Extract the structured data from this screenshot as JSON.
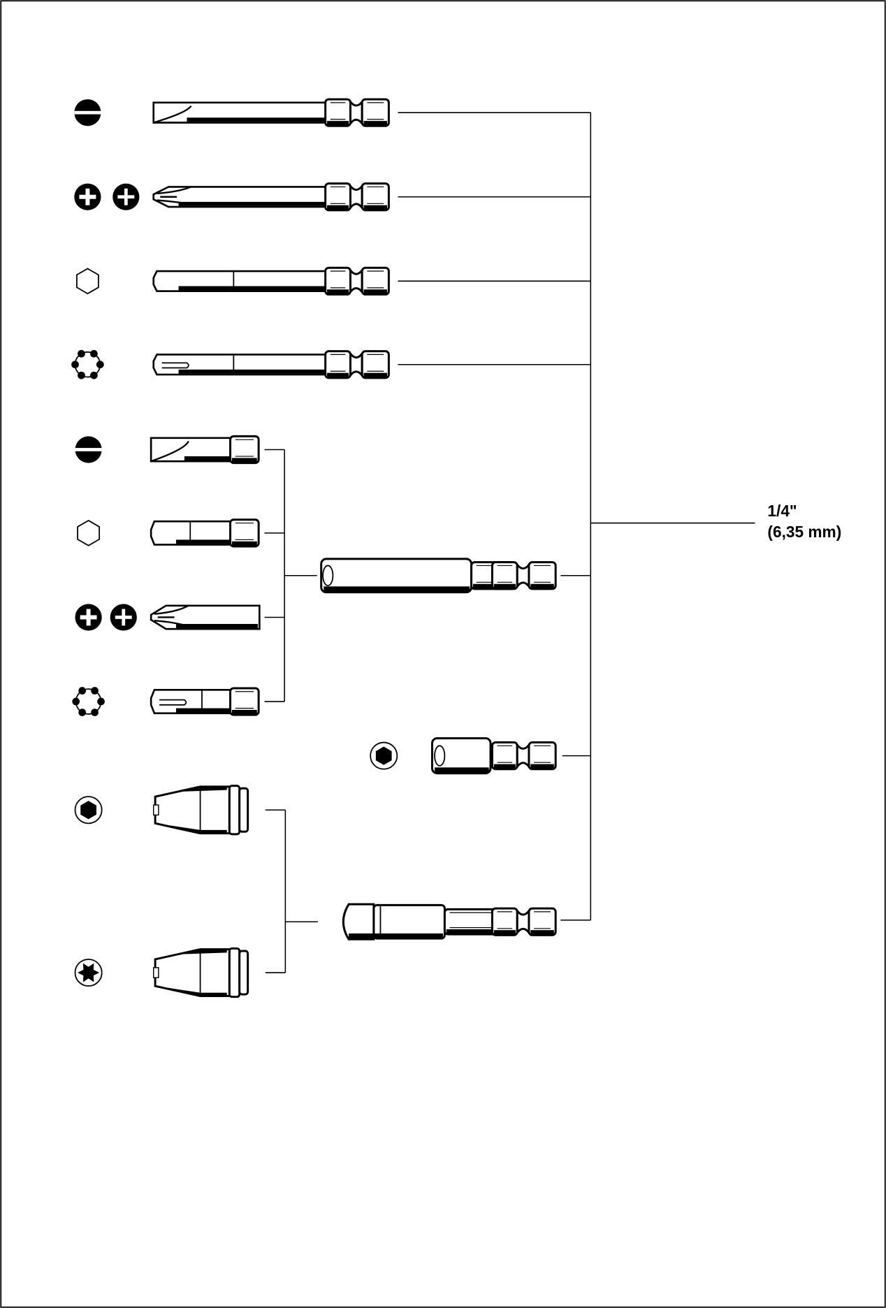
{
  "label": {
    "line1": "1/4\"",
    "line2": "(6,35 mm)"
  },
  "colors": {
    "ink": "#000000",
    "paper": "#ffffff"
  },
  "long_bits": [
    {
      "tip": "slotted",
      "icons": [
        "slotted-icon"
      ]
    },
    {
      "tip": "phillips",
      "icons": [
        "phillips-icon",
        "pozidriv-icon"
      ]
    },
    {
      "tip": "hex",
      "icons": [
        "hex-icon"
      ]
    },
    {
      "tip": "torx",
      "icons": [
        "torx-icon"
      ]
    }
  ],
  "short_bits": [
    {
      "tip": "slotted",
      "icons": [
        "slotted-icon"
      ]
    },
    {
      "tip": "hex",
      "icons": [
        "hex-icon"
      ]
    },
    {
      "tip": "phillips",
      "icons": [
        "phillips-icon",
        "pozidriv-icon"
      ]
    },
    {
      "tip": "torx",
      "icons": [
        "torx-icon"
      ]
    }
  ],
  "sockets": [
    {
      "type": "hex",
      "icons": [
        "hex-socket-icon"
      ]
    },
    {
      "type": "torx",
      "icons": [
        "torx-socket-icon"
      ]
    }
  ]
}
